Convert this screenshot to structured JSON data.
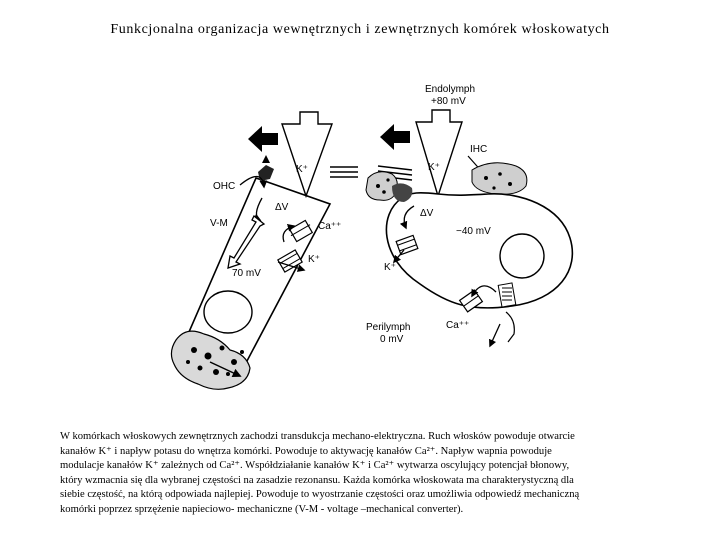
{
  "title": "Funkcjonalna organizacja wewnętrznych i zewnętrznych komórek włoskowatych",
  "labels": {
    "endolymph": "Endolymph",
    "endolymph_potential": "+80 mV",
    "ihc": "IHC",
    "ohc": "OHC",
    "vm": "V-M",
    "k_left": "K⁺",
    "k_right": "K⁺",
    "delta_v_left": "ΔV",
    "delta_v_right": "ΔV",
    "ca_left": "Ca⁺⁺",
    "k_plus_left": "K⁺",
    "k_plus_right": "K⁺",
    "ohc_potential": "70 mV",
    "ihc_potential": "−40 mV",
    "perilymph": "Perilymph",
    "perilymph_potential": "0 mV",
    "ca_right": "Ca⁺⁺"
  },
  "caption": {
    "line1": "W komórkach włoskowych zewnętrznych  zachodzi transdukcja mechano-elektryczna. Ruch włosków powoduje otwarcie",
    "line2": "kanałów K⁺ i napływ potasu do wnętrza komórki. Powoduje to aktywację kanałów Ca²⁺. Napływ wapnia powoduje",
    "line3": "modulacje kanałów K⁺ zależnych od Ca²⁺. Współdziałanie kanałów K⁺ i Ca²⁺ wytwarza oscylujący potencjał błonowy,",
    "line4": "który wzmacnia się dla wybranej częstości na zasadzie rezonansu. Każda komórka włoskowata ma charakterystyczną dla",
    "line5": "siebie częstość, na którą odpowiada najlepiej. Powoduje to wyostrzanie częstości oraz umożliwia odpowiedź mechaniczną",
    "line6": "komórki poprzez sprzężenie napieciowo- mechaniczne (V-M - voltage –mechanical converter)."
  }
}
